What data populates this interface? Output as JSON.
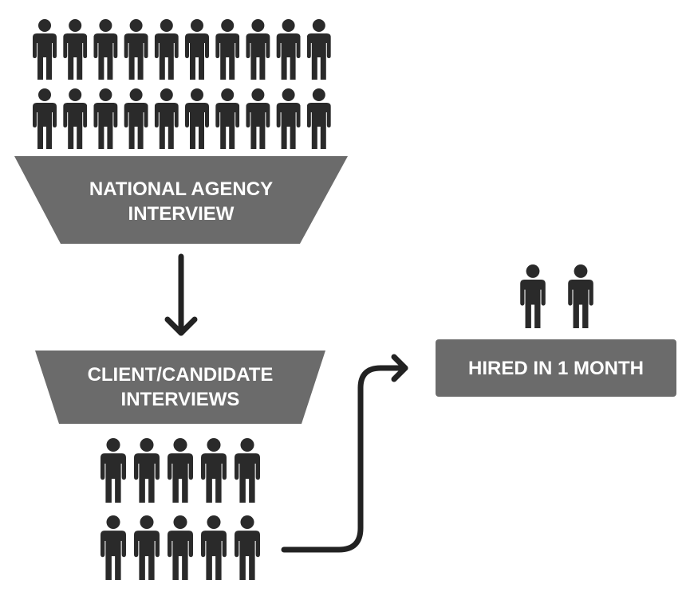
{
  "colors": {
    "person": "#2a2a2a",
    "box": "#6b6b6b",
    "text": "#ffffff",
    "line": "#222222",
    "background": "#ffffff"
  },
  "icons": {
    "person": "person-icon",
    "arrow": "arrow-icon"
  },
  "stages": {
    "top": {
      "people": 20,
      "label_line1": "NATIONAL AGENCY",
      "label_line2": "INTERVIEW"
    },
    "middle": {
      "label_line1": "CLIENT/CANDIDATE",
      "label_line2": "INTERVIEWS"
    },
    "bottom": {
      "people": 10
    },
    "hired": {
      "people": 2,
      "label": "HIRED IN 1 MONTH"
    }
  }
}
